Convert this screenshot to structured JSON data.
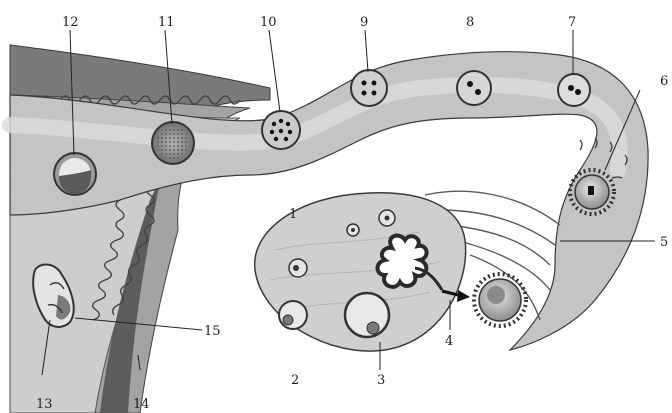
{
  "labels": [
    "1",
    "2",
    "3",
    "4",
    "5",
    "6",
    "7",
    "8",
    "9",
    "10",
    "11",
    "12",
    "13",
    "14",
    "15"
  ],
  "colors": {
    "uterine_wall": "#7f7f7f",
    "uterine_dark": "#5d5d5d",
    "tube_fill": "#c9c9c9",
    "tube_light": "#dedede",
    "ovary_fill": "#cfcfcf",
    "cell_fill": "#9a9a9a",
    "stroke": "#3a3a3a"
  }
}
